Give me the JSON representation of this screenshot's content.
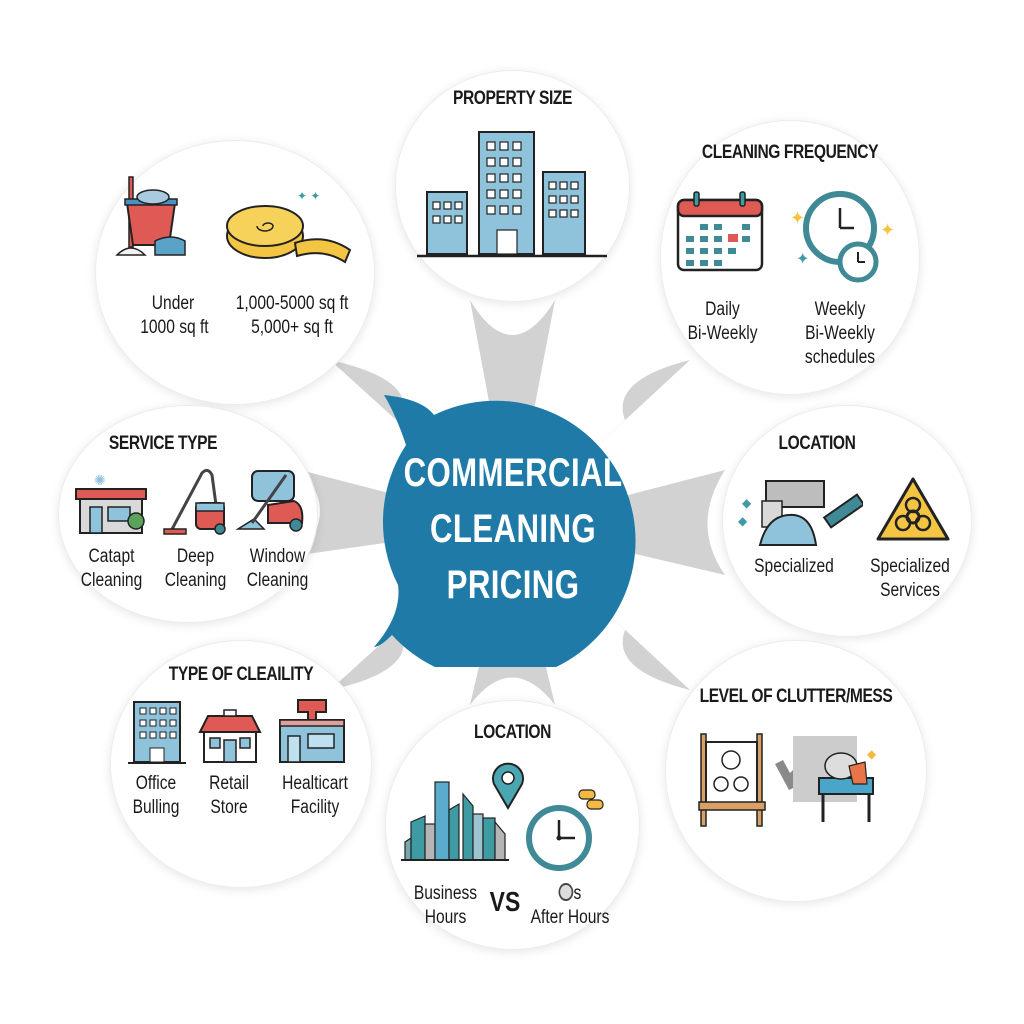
{
  "center": {
    "title_lines": [
      "COMMERCIAL",
      "CLEANING",
      "PRICING"
    ],
    "color": "#1f7aa8"
  },
  "colors": {
    "connector": "#cfcfcf",
    "bubble": "#ffffff",
    "text": "#1a1a1a",
    "icon_blue": "#7fbcd6",
    "icon_teal": "#3f9ba3",
    "icon_red": "#e05a55",
    "icon_yellow": "#f4c542"
  },
  "bubbles": {
    "size_ranges": {
      "title": "",
      "items": [
        {
          "icon": "mop-bucket-icon",
          "lines": [
            "Under",
            "1000 sq ft"
          ]
        },
        {
          "icon": "measuring-tape-icon",
          "lines": [
            "1,000-5000 sq ft",
            "5,000+ sq ft"
          ]
        }
      ]
    },
    "property_size": {
      "title": "PROPERTY SIZE",
      "icon": "office-buildings-icon"
    },
    "cleaning_frequency": {
      "title": "CLEANING FREQUENCY",
      "items": [
        {
          "icon": "calendar-icon",
          "lines": [
            "Daily",
            "Bi-Weekly"
          ]
        },
        {
          "icon": "clock-stopwatch-icon",
          "lines": [
            "Weekly",
            "Bi-Weekly",
            "schedules"
          ]
        }
      ]
    },
    "service_type": {
      "title": "SERVICE TYPE",
      "items": [
        {
          "icon": "storefront-icon",
          "lines": [
            "Catapt",
            "Cleaning"
          ]
        },
        {
          "icon": "vacuum-icon",
          "lines": [
            "Deep",
            "Cleaning"
          ]
        },
        {
          "icon": "floor-scrubber-icon",
          "lines": [
            "Window",
            "Cleaning"
          ]
        }
      ]
    },
    "location_right": {
      "title": "LOCATION",
      "items": [
        {
          "icon": "cleaning-supplies-icon",
          "lines": [
            "Specialized"
          ]
        },
        {
          "icon": "biohazard-icon",
          "lines": [
            "Specialized",
            "Services"
          ]
        }
      ]
    },
    "facility_type": {
      "title": "TYPE OF CLEAILITY",
      "items": [
        {
          "icon": "office-building-icon",
          "lines": [
            "Office",
            "Bulling"
          ]
        },
        {
          "icon": "retail-store-icon",
          "lines": [
            "Retail",
            "Store"
          ]
        },
        {
          "icon": "healthcare-facility-icon",
          "lines": [
            "Healticart",
            "Facility"
          ]
        }
      ]
    },
    "location_bottom": {
      "title": "LOCATION",
      "left_lines": [
        "Business",
        "Hours"
      ],
      "vs": "VS",
      "right_prefix": "s",
      "right_lines": [
        "After Hours"
      ],
      "icons": [
        "city-skyline-icon",
        "map-pin-icon",
        "clock-icon",
        "chat-bubbles-icon"
      ]
    },
    "clutter": {
      "title": "LEVEL OF CLUTTER/MESS",
      "icons": [
        "whiteboard-icon",
        "versus-mark-icon",
        "messy-desk-icon"
      ]
    }
  }
}
